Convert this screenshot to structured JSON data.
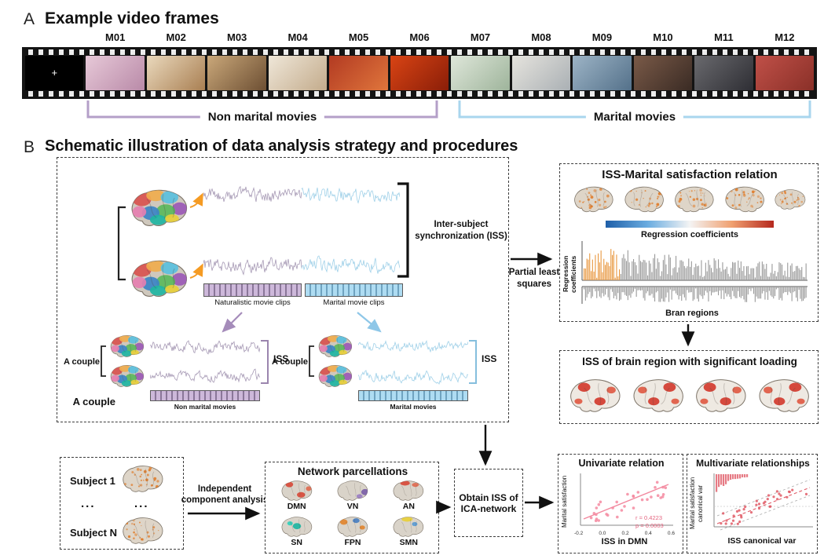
{
  "panel_a": {
    "label": "A",
    "title": "Example video frames",
    "fixation_cross": "+",
    "frames": [
      {
        "label": "",
        "c1": "#000000",
        "c2": "#000000",
        "fix": true
      },
      {
        "label": "M01",
        "c1": "#e7c9d8",
        "c2": "#b98aa8"
      },
      {
        "label": "M02",
        "c1": "#ead9bd",
        "c2": "#a97f52"
      },
      {
        "label": "M03",
        "c1": "#caa87a",
        "c2": "#6d4f33"
      },
      {
        "label": "M04",
        "c1": "#efe7d9",
        "c2": "#c3ab8b"
      },
      {
        "label": "M05",
        "c1": "#b23a22",
        "c2": "#e0763c"
      },
      {
        "label": "M06",
        "c1": "#d94414",
        "c2": "#8a1e08"
      },
      {
        "label": "M07",
        "c1": "#dfe7da",
        "c2": "#9eb49b"
      },
      {
        "label": "M08",
        "c1": "#e6e4de",
        "c2": "#aab0b4"
      },
      {
        "label": "M09",
        "c1": "#9db4c6",
        "c2": "#54718a"
      },
      {
        "label": "M10",
        "c1": "#7a5a48",
        "c2": "#3a2b24"
      },
      {
        "label": "M11",
        "c1": "#6a6a6e",
        "c2": "#2e2e34"
      },
      {
        "label": "M12",
        "c1": "#c05048",
        "c2": "#8a3028"
      }
    ],
    "brackets": {
      "non_marital": {
        "label": "Non marital movies",
        "color": "#b49fc8"
      },
      "marital": {
        "label": "Marital movies",
        "color": "#a9d6ee"
      }
    }
  },
  "panel_b": {
    "label": "B",
    "title": "Schematic illustration of data analysis strategy and procedures",
    "iss_box": {
      "couple_label": "A couple",
      "iss_line1": "Inter-subject",
      "iss_line2": "synchronization (ISS)",
      "clip_bar_naturalistic": "Naturalistic movie clips",
      "clip_bar_marital": "Marital movie clips",
      "sub_left": {
        "couple_label": "A couple",
        "iss_label": "ISS",
        "bar_label": "Non marital movies"
      },
      "sub_right": {
        "couple_label": "A couple",
        "iss_label": "ISS",
        "bar_label": "Marital movies"
      }
    },
    "pls_line1": "Partial least",
    "pls_line2": "squares",
    "regression_box": {
      "title": "ISS-Marital satisfaction relation",
      "colorbar_label": "Regression coefficients",
      "ylabel": "Regression coefficients",
      "xlabel": "Bran regions"
    },
    "loading_box": {
      "title": "ISS of brain region with significant loading"
    },
    "subjects_box": {
      "subject_first": "Subject 1",
      "ellipsis": "...",
      "subject_last": "Subject N"
    },
    "ica_line1": "Independent",
    "ica_line2": "component analysis",
    "network_box": {
      "title": "Network parcellations",
      "networks": [
        "DMN",
        "VN",
        "AN",
        "SN",
        "FPN",
        "SMN"
      ]
    },
    "obtain_box": {
      "line1": "Obtain ISS of",
      "line2": "ICA-network"
    },
    "univariate_box": {
      "title": "Univariate relation",
      "ylabel": "Marital satisfaction",
      "xlabel": "ISS in DMN",
      "stats_r": "r = 0.4223",
      "stats_p": "p = 0.0003",
      "xticks": [
        "-0.2",
        "0.0",
        "0.2",
        "0.4",
        "0.6"
      ]
    },
    "multivariate_box": {
      "title": "Multivariate relationships",
      "ylabel_line1": "Marital satisfaction",
      "ylabel_line2": "canonical var",
      "xlabel": "ISS canonical var"
    }
  }
}
